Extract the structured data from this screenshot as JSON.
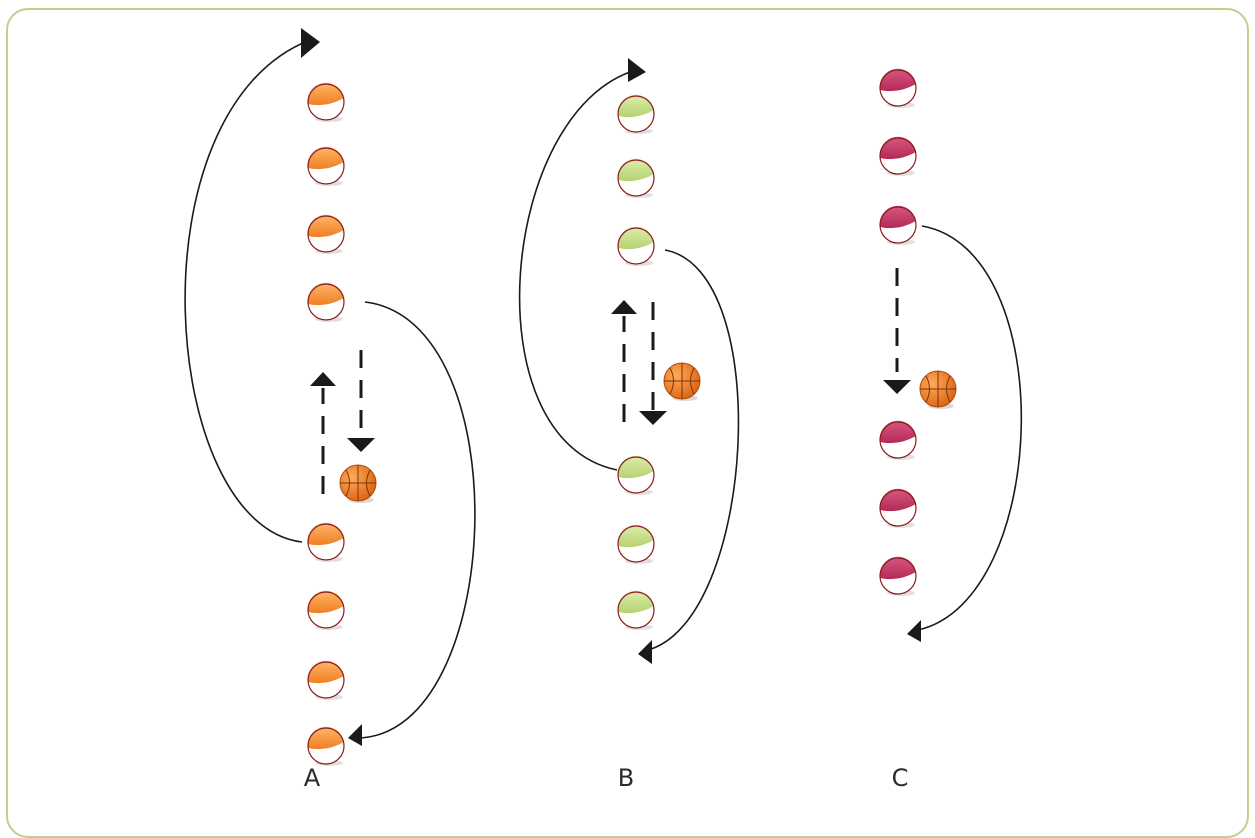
{
  "diagram": {
    "colors": {
      "border": "#c5cc8f",
      "line": "#1a1a1a",
      "player_outline": "#8b1a1a",
      "ball": "#e8731e"
    },
    "columns": [
      {
        "id": "A",
        "label": "A",
        "player_color": "#f08a2c",
        "player_count": 8,
        "has_ball": true
      },
      {
        "id": "B",
        "label": "B",
        "player_color": "#c6dd85",
        "player_count": 6,
        "has_ball": true
      },
      {
        "id": "C",
        "label": "C",
        "player_color": "#c33a63",
        "player_count": 6,
        "has_ball": true
      }
    ],
    "icons": {
      "player": "player-marker-icon",
      "ball": "basketball-icon",
      "arrow": "arrow-head-icon"
    }
  }
}
